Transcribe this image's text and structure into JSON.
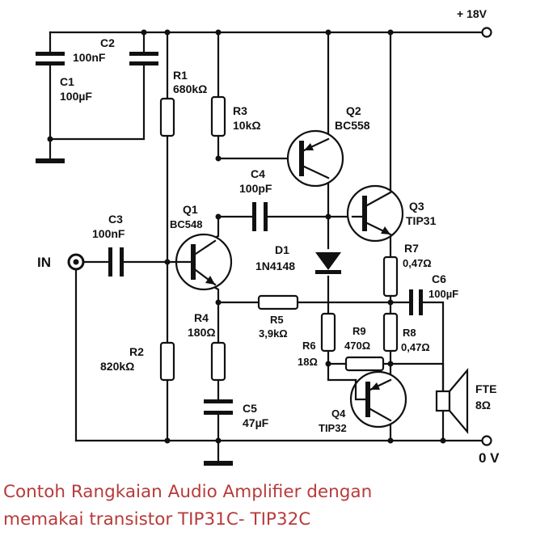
{
  "supply": {
    "positive": "+ 18V",
    "ground": "0 V"
  },
  "input": {
    "label": "IN"
  },
  "output": {
    "name": "FTE",
    "value": "8Ω"
  },
  "components": {
    "C1": {
      "ref": "C1",
      "value": "100µF"
    },
    "C2": {
      "ref": "C2",
      "value": "100nF"
    },
    "C3": {
      "ref": "C3",
      "value": "100nF"
    },
    "C4": {
      "ref": "C4",
      "value": "100pF"
    },
    "C5": {
      "ref": "C5",
      "value": "47µF"
    },
    "C6": {
      "ref": "C6",
      "value": "100µF"
    },
    "R1": {
      "ref": "R1",
      "value": "680kΩ"
    },
    "R2": {
      "ref": "R2",
      "value": "820kΩ"
    },
    "R3": {
      "ref": "R3",
      "value": "10kΩ"
    },
    "R4": {
      "ref": "R4",
      "value": "180Ω"
    },
    "R5": {
      "ref": "R5",
      "value": "3,9kΩ"
    },
    "R6": {
      "ref": "R6",
      "value": "18Ω"
    },
    "R7": {
      "ref": "R7",
      "value": "0,47Ω"
    },
    "R8": {
      "ref": "R8",
      "value": "0,47Ω"
    },
    "R9": {
      "ref": "R9",
      "value": "470Ω"
    },
    "D1": {
      "ref": "D1",
      "value": "1N4148"
    },
    "Q1": {
      "ref": "Q1",
      "value": "BC548"
    },
    "Q2": {
      "ref": "Q2",
      "value": "BC558"
    },
    "Q3": {
      "ref": "Q3",
      "value": "TIP31"
    },
    "Q4": {
      "ref": "Q4",
      "value": "TIP32"
    }
  },
  "caption": {
    "line1": "Contoh Rangkaian Audio Amplifier dengan",
    "line2": "memakai transistor TIP31C- TIP32C",
    "color": "#b83a3a"
  }
}
